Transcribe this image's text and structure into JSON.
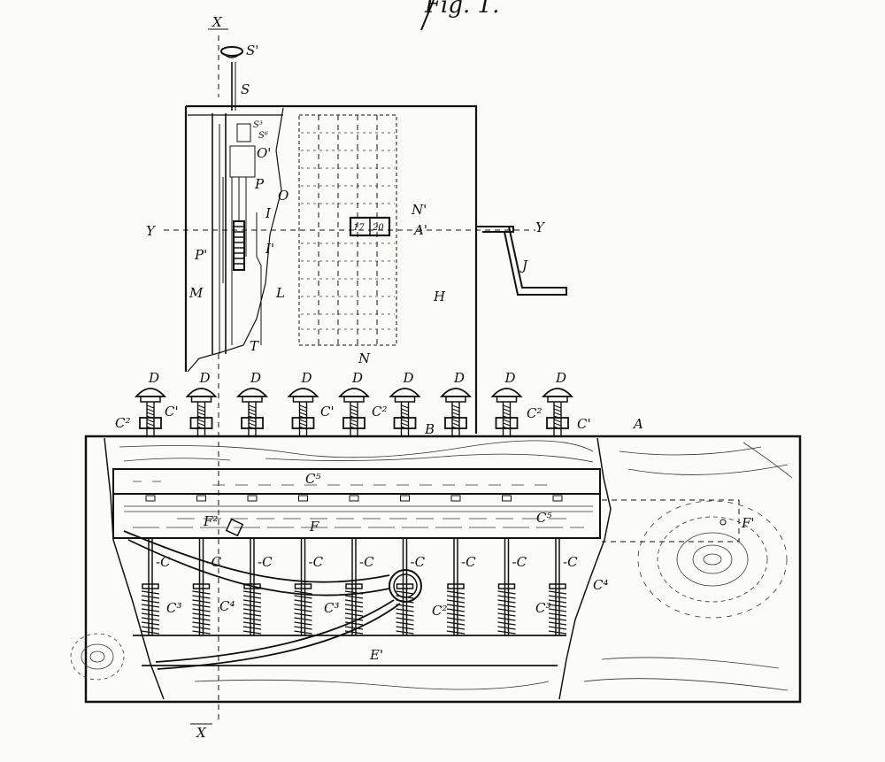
{
  "header": {
    "fig_text": "Fig. 1."
  },
  "section_lines": {
    "vertical": "X",
    "horizontal": "Y"
  },
  "labels": {
    "A": "A",
    "A_prime": "A'",
    "B": "B",
    "C": "C",
    "C_prime": "C'",
    "C2": "C²",
    "C3": "C³",
    "C4": "C⁴",
    "C5": "C⁵",
    "D": "D",
    "F": "F",
    "F_prime": "F'",
    "F2": "F²",
    "E_prime": "E'",
    "H": "H",
    "I": "I",
    "J": "J",
    "L": "L",
    "M": "M",
    "N": "N",
    "N_prime": "N'",
    "O": "O",
    "O_prime": "O'",
    "P": "P",
    "P_prime": "P'",
    "I_prime": "I'",
    "S": "S",
    "S_prime": "S'",
    "S3": "S³",
    "S6": "S⁶",
    "T": "T"
  },
  "window_values": [
    "17",
    "20"
  ],
  "key_count": 9
}
